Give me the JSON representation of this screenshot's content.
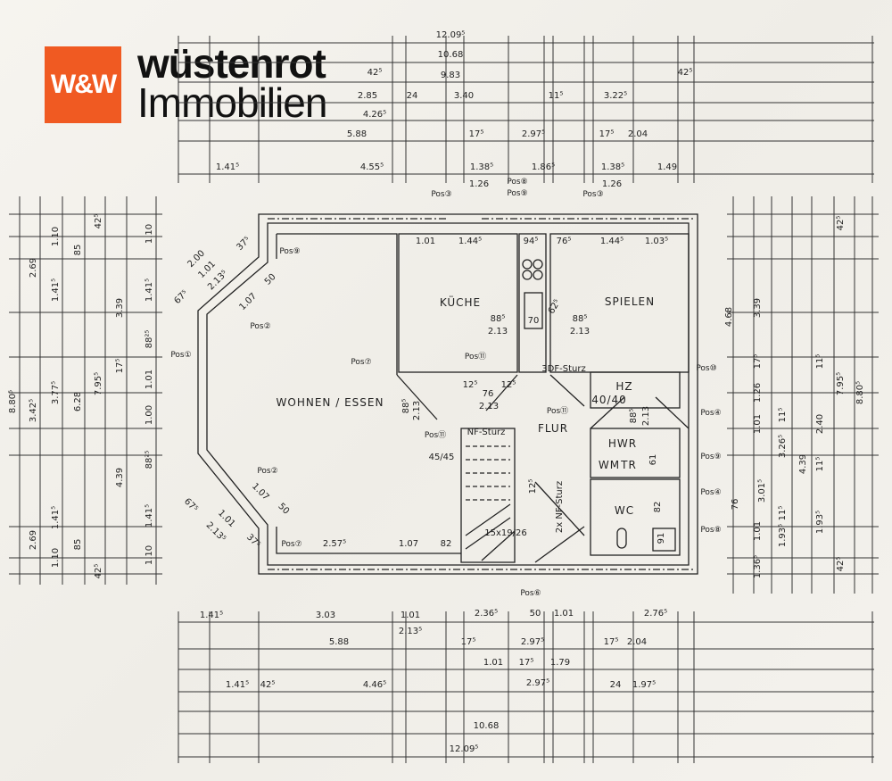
{
  "logo": {
    "mark": "W&W",
    "brand": "wüstenrot",
    "sub": "Immobilien",
    "color": "#f05a22"
  },
  "rooms": [
    "WOHNEN / ESSEN",
    "KÜCHE",
    "SPIELEN",
    "FLUR",
    "HWR",
    "WC",
    "WM",
    "TR",
    "HZ",
    "40/40"
  ],
  "dims": {
    "top": [
      "12.09⁵",
      "10.68",
      "9.83",
      "42⁵",
      "42⁵",
      "2.85",
      "24",
      "3.40",
      "11⁵",
      "3.22⁵",
      "4.26⁵",
      "5.88",
      "17⁵",
      "2.97⁵",
      "17⁵",
      "2.04",
      "1.41⁵",
      "4.55⁵",
      "1.38⁵",
      "1.86⁵",
      "1.38⁵",
      "1.49",
      "1.26",
      "1.26"
    ],
    "bottom": [
      "1.41⁵",
      "3.03",
      "1.01",
      "2.13⁵",
      "2.36⁵",
      "50",
      "1.01",
      "2.76⁵",
      "5.88",
      "17⁵",
      "2.97⁵",
      "17⁵",
      "2.04",
      "1.01",
      "17⁵",
      "1.79",
      "1.41⁵",
      "42⁵",
      "4.46⁵",
      "2.97⁵",
      "24",
      "1.97⁵",
      "10.68",
      "12.09⁵"
    ],
    "left": [
      "8.80⁵",
      "2.69",
      "3.42⁵",
      "2.69",
      "1.10",
      "1.41⁵",
      "3.77⁵",
      "1.41⁵",
      "1.10",
      "85",
      "6.28",
      "85",
      "42⁵",
      "7.95⁵",
      "42⁵",
      "3.39",
      "17⁵",
      "4.39",
      "1.10",
      "1.41⁵",
      "88²⁵",
      "1.01",
      "1.00",
      "88²⁵",
      "1.41⁵",
      "1.10"
    ],
    "right": [
      "4.68",
      "3.39",
      "17⁵",
      "1.26",
      "1.01",
      "76",
      "1.01",
      "1.36⁵",
      "11⁵",
      "3.26⁵",
      "3.01⁵",
      "11⁵",
      "1.93⁵",
      "4.39",
      "11⁵",
      "2.40",
      "11⁵",
      "1.93⁵",
      "7.95⁵",
      "8.80⁵",
      "42⁵",
      "42⁵"
    ],
    "interior": [
      "1.01",
      "1.44⁵",
      "94⁵",
      "76⁵",
      "1.44⁵",
      "1.03⁵",
      "88⁵",
      "2.13",
      "70",
      "62⁵",
      "88⁵",
      "2.13",
      "3DF-Sturz",
      "12⁵",
      "76",
      "12⁵",
      "2.13",
      "NF-Sturz",
      "45/45",
      "15x19/26",
      "2.57⁵",
      "1.07",
      "82",
      "88⁵",
      "2.13",
      "61",
      "82",
      "91",
      "2.00",
      "1.01",
      "2.13⁵",
      "37⁵",
      "50",
      "67⁵",
      "1.07",
      "1.07",
      "50",
      "67⁵",
      "1.01",
      "2.13⁵",
      "37⁵",
      "2.13",
      "88⁵",
      "12⁵",
      "2x NF-Sturz"
    ]
  },
  "positions": [
    "Pos⑨",
    "Pos②",
    "Pos①",
    "Pos⑦",
    "Pos⑪",
    "Pos⑪",
    "Pos⑪",
    "Pos②",
    "Pos⑦",
    "Pos⑥",
    "Pos③",
    "Pos⑧",
    "Pos⑨",
    "Pos③",
    "Pos⑩",
    "Pos④",
    "Pos⑨",
    "Pos④",
    "Pos⑧"
  ]
}
